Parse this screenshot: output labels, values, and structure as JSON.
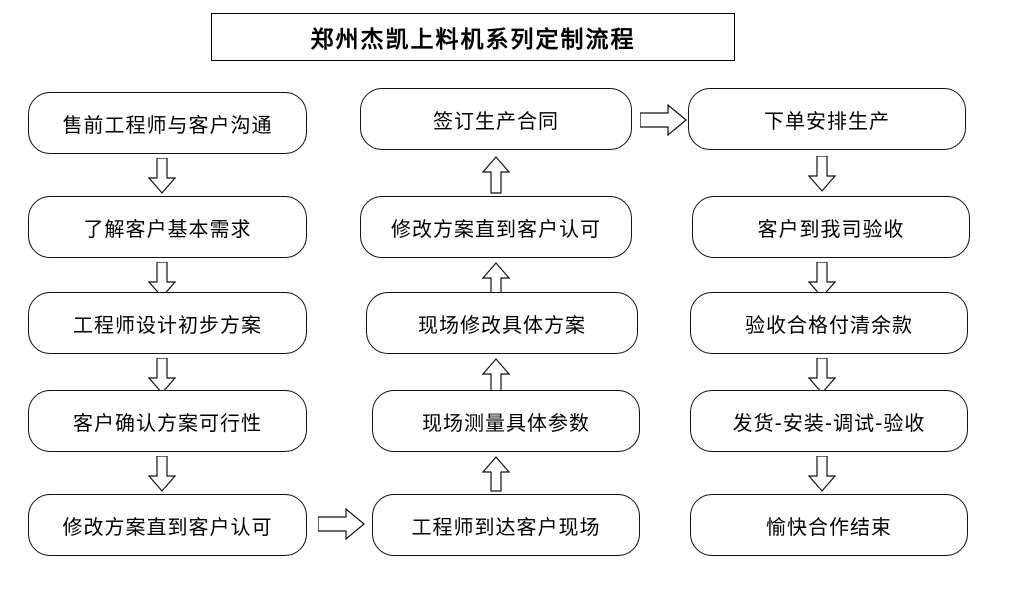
{
  "title": {
    "text": "郑州杰凯上料机系列定制流程"
  },
  "colors": {
    "border": "#111111",
    "background": "#ffffff",
    "text": "#000000"
  },
  "diagram": {
    "type": "flowchart",
    "columns": [
      {
        "name": "column-left",
        "nodes": [
          "售前工程师与客户沟通",
          "了解客户基本需求",
          "工程师设计初步方案",
          "客户确认方案可行性",
          "修改方案直到客户认可"
        ]
      },
      {
        "name": "column-middle",
        "nodes": [
          "签订生产合同",
          "修改方案直到客户认可",
          "现场修改具体方案",
          "现场测量具体参数",
          "工程师到达客户现场"
        ]
      },
      {
        "name": "column-right",
        "nodes": [
          "下单安排生产",
          "客户到我司验收",
          "验收合格付清余款",
          "发货-安装-调试-验收",
          "愉快合作结束"
        ]
      }
    ],
    "connectors": [
      {
        "name": "arrow-left-1-2",
        "direction": "down"
      },
      {
        "name": "arrow-left-2-3",
        "direction": "down"
      },
      {
        "name": "arrow-left-3-4",
        "direction": "down"
      },
      {
        "name": "arrow-left-4-5",
        "direction": "down"
      },
      {
        "name": "arrow-left-bottom-to-middle-bottom",
        "direction": "right"
      },
      {
        "name": "arrow-middle-5-4",
        "direction": "up"
      },
      {
        "name": "arrow-middle-4-3",
        "direction": "up"
      },
      {
        "name": "arrow-middle-3-2",
        "direction": "up"
      },
      {
        "name": "arrow-middle-2-1",
        "direction": "up"
      },
      {
        "name": "arrow-middle-top-to-right-top",
        "direction": "right"
      },
      {
        "name": "arrow-right-1-2",
        "direction": "down"
      },
      {
        "name": "arrow-right-2-3",
        "direction": "down"
      },
      {
        "name": "arrow-right-3-4",
        "direction": "down"
      },
      {
        "name": "arrow-right-4-5",
        "direction": "down"
      }
    ]
  }
}
